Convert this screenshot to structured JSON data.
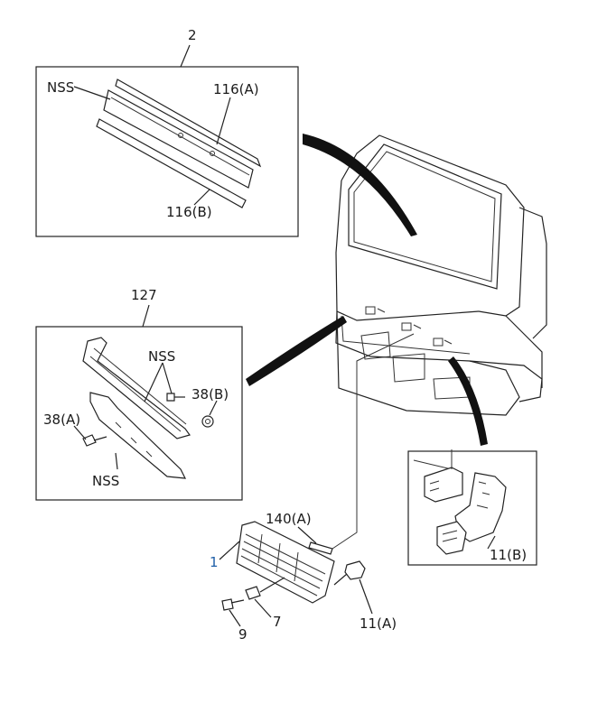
{
  "callouts": {
    "top_group": "2",
    "top_nss": "NSS",
    "top_116a": "116(A)",
    "top_116b": "116(B)",
    "mid_group": "127",
    "mid_nss_upper": "NSS",
    "mid_38b": "38(B)",
    "mid_38a": "38(A)",
    "mid_nss_lower": "NSS",
    "p140a": "140(A)",
    "p1": "1",
    "p7": "7",
    "p9": "9",
    "p11a": "11(A)",
    "p11b": "11(B)"
  },
  "colors": {
    "line": "#222222",
    "callout_highlight": "#1f5fa8",
    "background": "#ffffff"
  }
}
